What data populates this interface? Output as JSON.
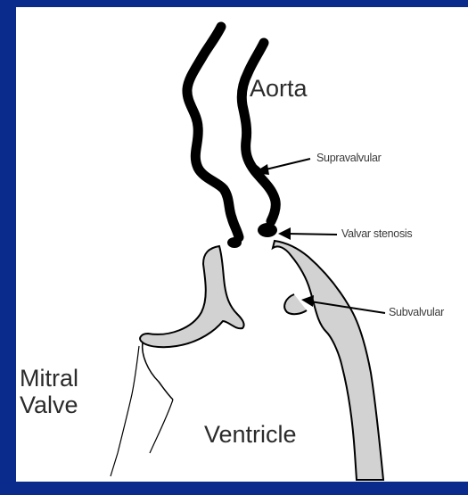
{
  "diagram": {
    "labels": {
      "aorta": "Aorta",
      "supravalvular": "Supravalvular",
      "valvar": "Valvar stenosis",
      "subvalvular": "Subvalvular",
      "mitral_line1": "Mitral",
      "mitral_line2": "Valve",
      "ventricle": "Ventricle"
    }
  },
  "colors": {
    "frame": "#0a2a8c",
    "panel": "#ffffff",
    "wall_fill": "#d2d2d2",
    "outline": "#000000"
  }
}
